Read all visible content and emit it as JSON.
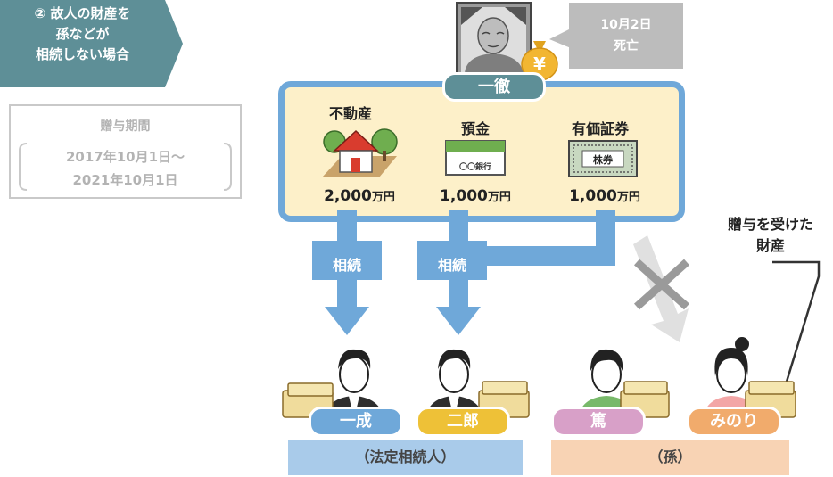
{
  "title": {
    "number_mark": "②",
    "line1": "故人の財産を",
    "line2": "孫などが",
    "line3": "相続しない場合"
  },
  "gift_period": {
    "title": "贈与期間",
    "start": "2017年10月1日〜",
    "end": "2021年10月1日"
  },
  "death": {
    "date": "10月2日",
    "label": "死亡"
  },
  "deceased": {
    "name": "一徹",
    "yen_symbol": "¥"
  },
  "assets": [
    {
      "label": "不動産",
      "amount": "2,000",
      "unit": "万円"
    },
    {
      "label": "預金",
      "amount": "1,000",
      "unit": "万円",
      "card_text": "〇〇銀行"
    },
    {
      "label": "有価証券",
      "amount": "1,000",
      "unit": "万円",
      "card_text": "株券"
    }
  ],
  "inherit_label_1": "相続",
  "inherit_label_2": "相続",
  "gifted_property_label": {
    "line1": "贈与を受けた",
    "line2": "財産"
  },
  "heirs": [
    {
      "name": "一成",
      "color": "#6fa8d9"
    },
    {
      "name": "二郎",
      "color": "#eec137"
    }
  ],
  "grandchildren": [
    {
      "name": "篤",
      "color": "#d8a0c8"
    },
    {
      "name": "みのり",
      "color": "#f1ab6c"
    }
  ],
  "groups": {
    "legal_heirs": "（法定相続人）",
    "grandchildren": "（孫）"
  },
  "colors": {
    "title_teal": "#5e8f97",
    "frame_blue": "#6fa8d9",
    "estate_bg": "#fdf0c9",
    "arrow_blue": "#6fa8d9",
    "legal_heirs_bar": "#a9cbea",
    "grandchildren_bar": "#f8d3b4"
  }
}
